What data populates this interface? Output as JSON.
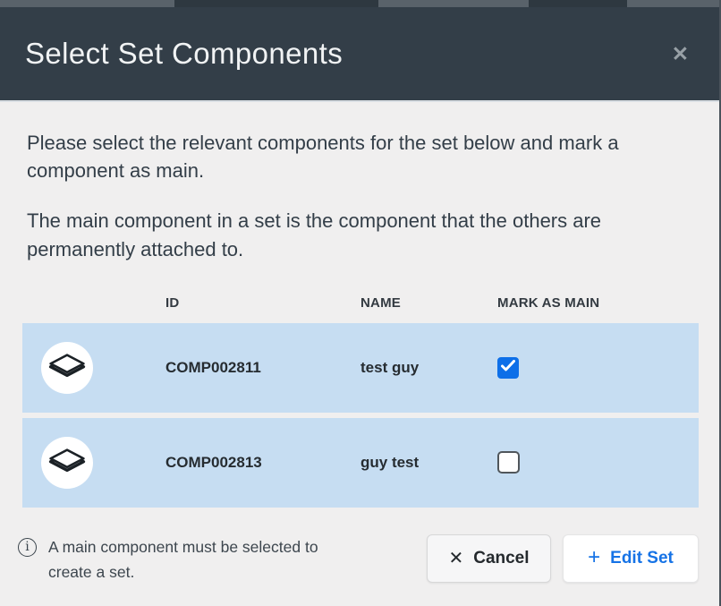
{
  "modal": {
    "title": "Select Set Components",
    "close_icon": "✕",
    "description_1": "Please select the relevant components for the set below and mark a component as main.",
    "description_2": "The main component in a set is the component that the others are permanently attached to.",
    "table": {
      "headers": [
        "ID",
        "NAME",
        "MARK AS MAIN"
      ],
      "rows": [
        {
          "id": "COMP002811",
          "name": "test guy",
          "marked_as_main": true
        },
        {
          "id": "COMP002813",
          "name": "guy test",
          "marked_as_main": false
        }
      ]
    },
    "footer": {
      "info_icon": "i",
      "info_text": "A main component must be selected to create a set.",
      "cancel_icon": "✕",
      "cancel_label": "Cancel",
      "edit_icon": "+",
      "edit_label": "Edit Set"
    }
  },
  "colors": {
    "header_bg": "#333e48",
    "body_bg": "#f0efef",
    "row_bg": "#c6ddf2",
    "checkbox_checked": "#0d6fe8",
    "accent_blue": "#1673e6"
  }
}
